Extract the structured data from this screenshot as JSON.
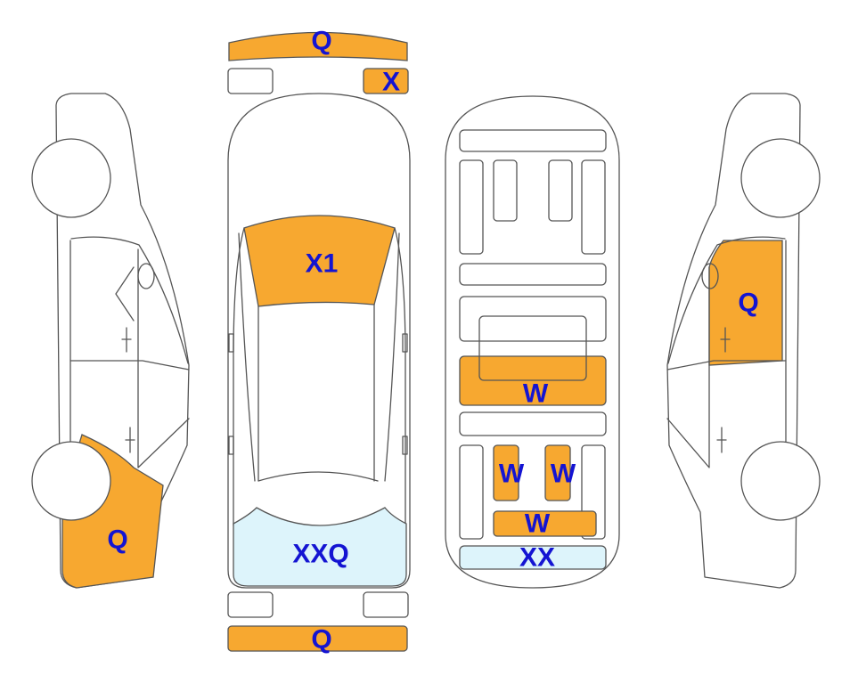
{
  "colors": {
    "damage": "#F7A830",
    "light": "#DDF4FB",
    "outline": "#555555",
    "label": "#1414D2",
    "background": "#FFFFFF"
  },
  "labels": {
    "front_bumper": "Q",
    "left_headlight": "X",
    "windshield": "X1",
    "rear_window": "XXQ",
    "rear_bumper": "Q",
    "left_rear_quarter": "Q",
    "right_front_door": "Q",
    "middle_row_seat": "W",
    "rear_left_seat": "W",
    "rear_right_seat": "W",
    "rear_bench_seat": "W",
    "cargo_area": "XX"
  }
}
